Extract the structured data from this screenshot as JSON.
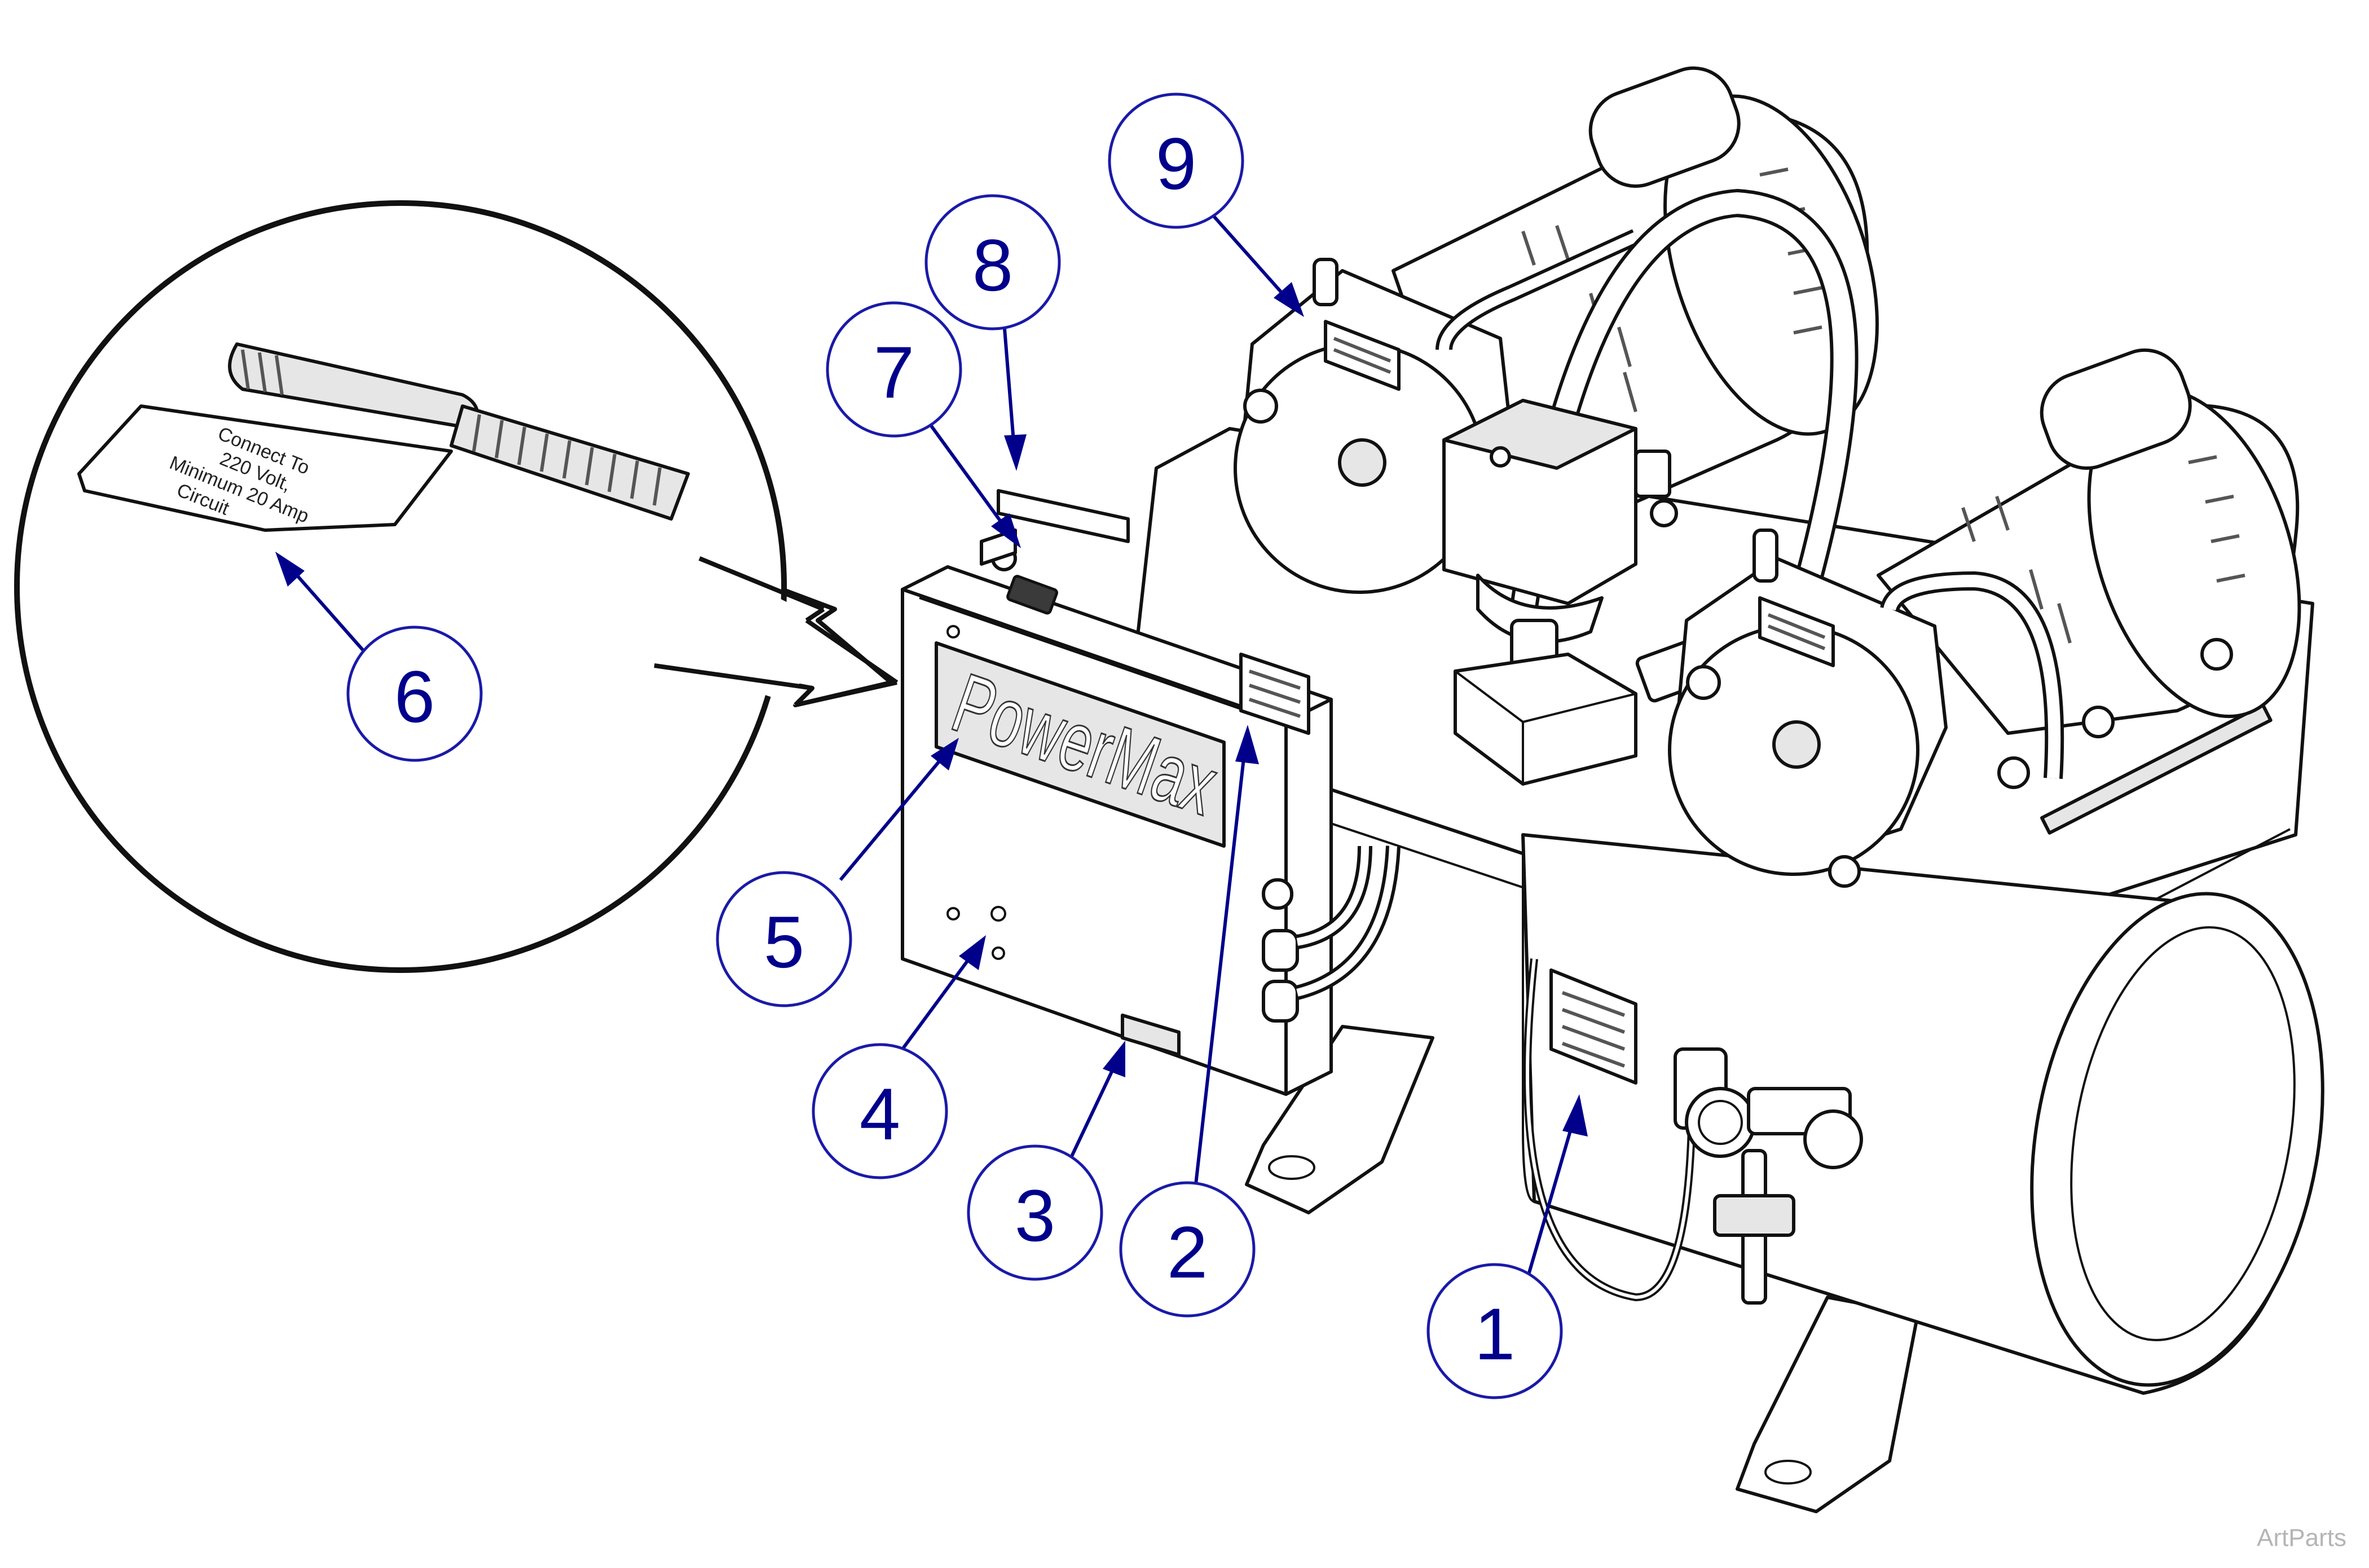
{
  "diagram": {
    "callouts": [
      {
        "num": "1"
      },
      {
        "num": "2"
      },
      {
        "num": "3"
      },
      {
        "num": "4"
      },
      {
        "num": "5"
      },
      {
        "num": "6"
      },
      {
        "num": "7"
      },
      {
        "num": "8"
      },
      {
        "num": "9"
      }
    ],
    "control_box_brand": "PowerMax",
    "inset_label_lines": [
      "Connect To",
      "220 Volt,",
      "Minimum 20 Amp",
      "Circuit"
    ],
    "watermark": "ArtParts",
    "colors": {
      "callout": "#00008b",
      "line_art": "#111111",
      "watermark": "#b5b5b5"
    }
  }
}
